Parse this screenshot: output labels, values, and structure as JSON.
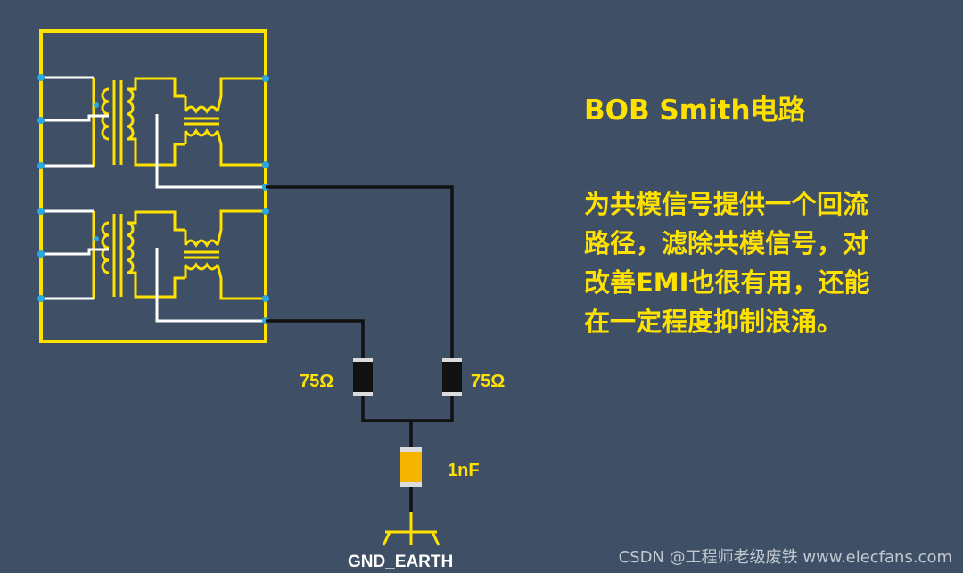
{
  "title": "BOB Smith电路",
  "description_lines": [
    "为共模信号提供一个回流",
    "路径，滤除共模信号，对",
    "改善EMI也很有用，还能",
    "在一定程度抑制浪涌。"
  ],
  "components": {
    "resistor_left": {
      "value": "75Ω"
    },
    "resistor_right": {
      "value": "75Ω"
    },
    "capacitor": {
      "value": "1nF"
    },
    "ground": {
      "label": "GND_EARTH"
    }
  },
  "watermark": "CSDN @工程师老级废铁 www.elecfans.com",
  "colors": {
    "background": "#3f5066",
    "accent_yellow": "#ffe100",
    "wire_black": "#111111",
    "wire_white": "#ffffff",
    "pin_cyan": "#2aa7df",
    "capacitor_fill": "#f5b400"
  }
}
